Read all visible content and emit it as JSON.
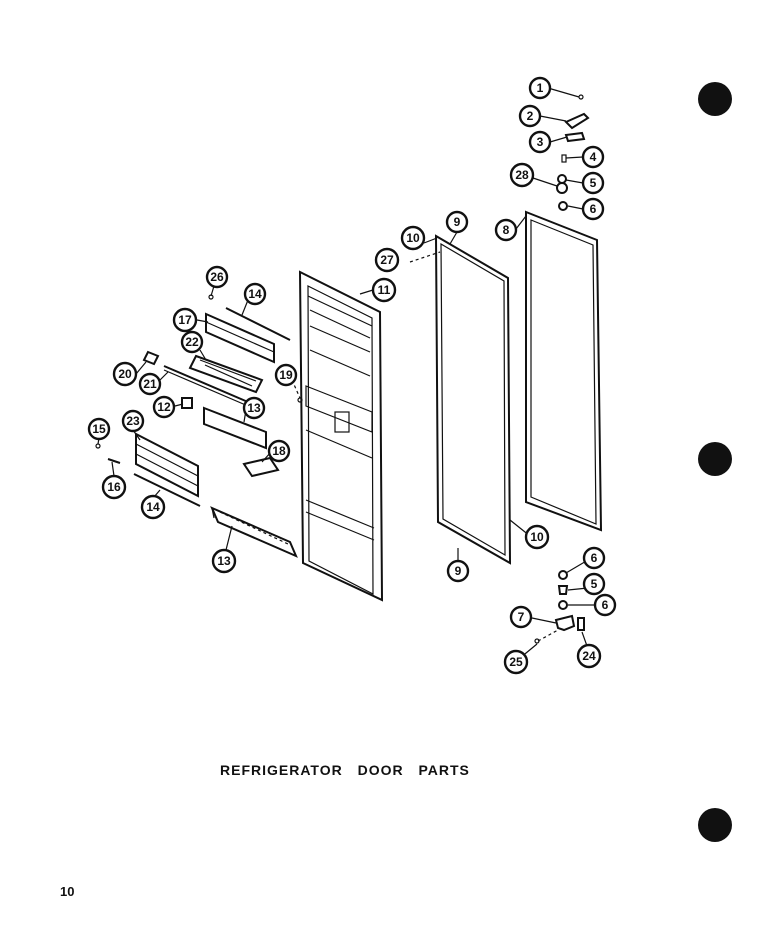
{
  "title": "REFRIGERATOR DOOR PARTS",
  "page_number": "10",
  "callouts": {
    "c1": "1",
    "c2": "2",
    "c3": "3",
    "c4": "4",
    "c5a": "5",
    "c28": "28",
    "c6a": "6",
    "c8": "8",
    "c9a": "9",
    "c10a": "10",
    "c27": "27",
    "c11": "11",
    "c26": "26",
    "c14a": "14",
    "c17": "17",
    "c22": "22",
    "c20": "20",
    "c21": "21",
    "c19": "19",
    "c12": "12",
    "c13a": "13",
    "c15": "15",
    "c23": "23",
    "c18": "18",
    "c16": "16",
    "c14b": "14",
    "c13b": "13",
    "c10b": "10",
    "c9b": "9",
    "c6b": "6",
    "c5b": "5",
    "c6c": "6",
    "c7": "7",
    "c25": "25",
    "c24": "24"
  }
}
